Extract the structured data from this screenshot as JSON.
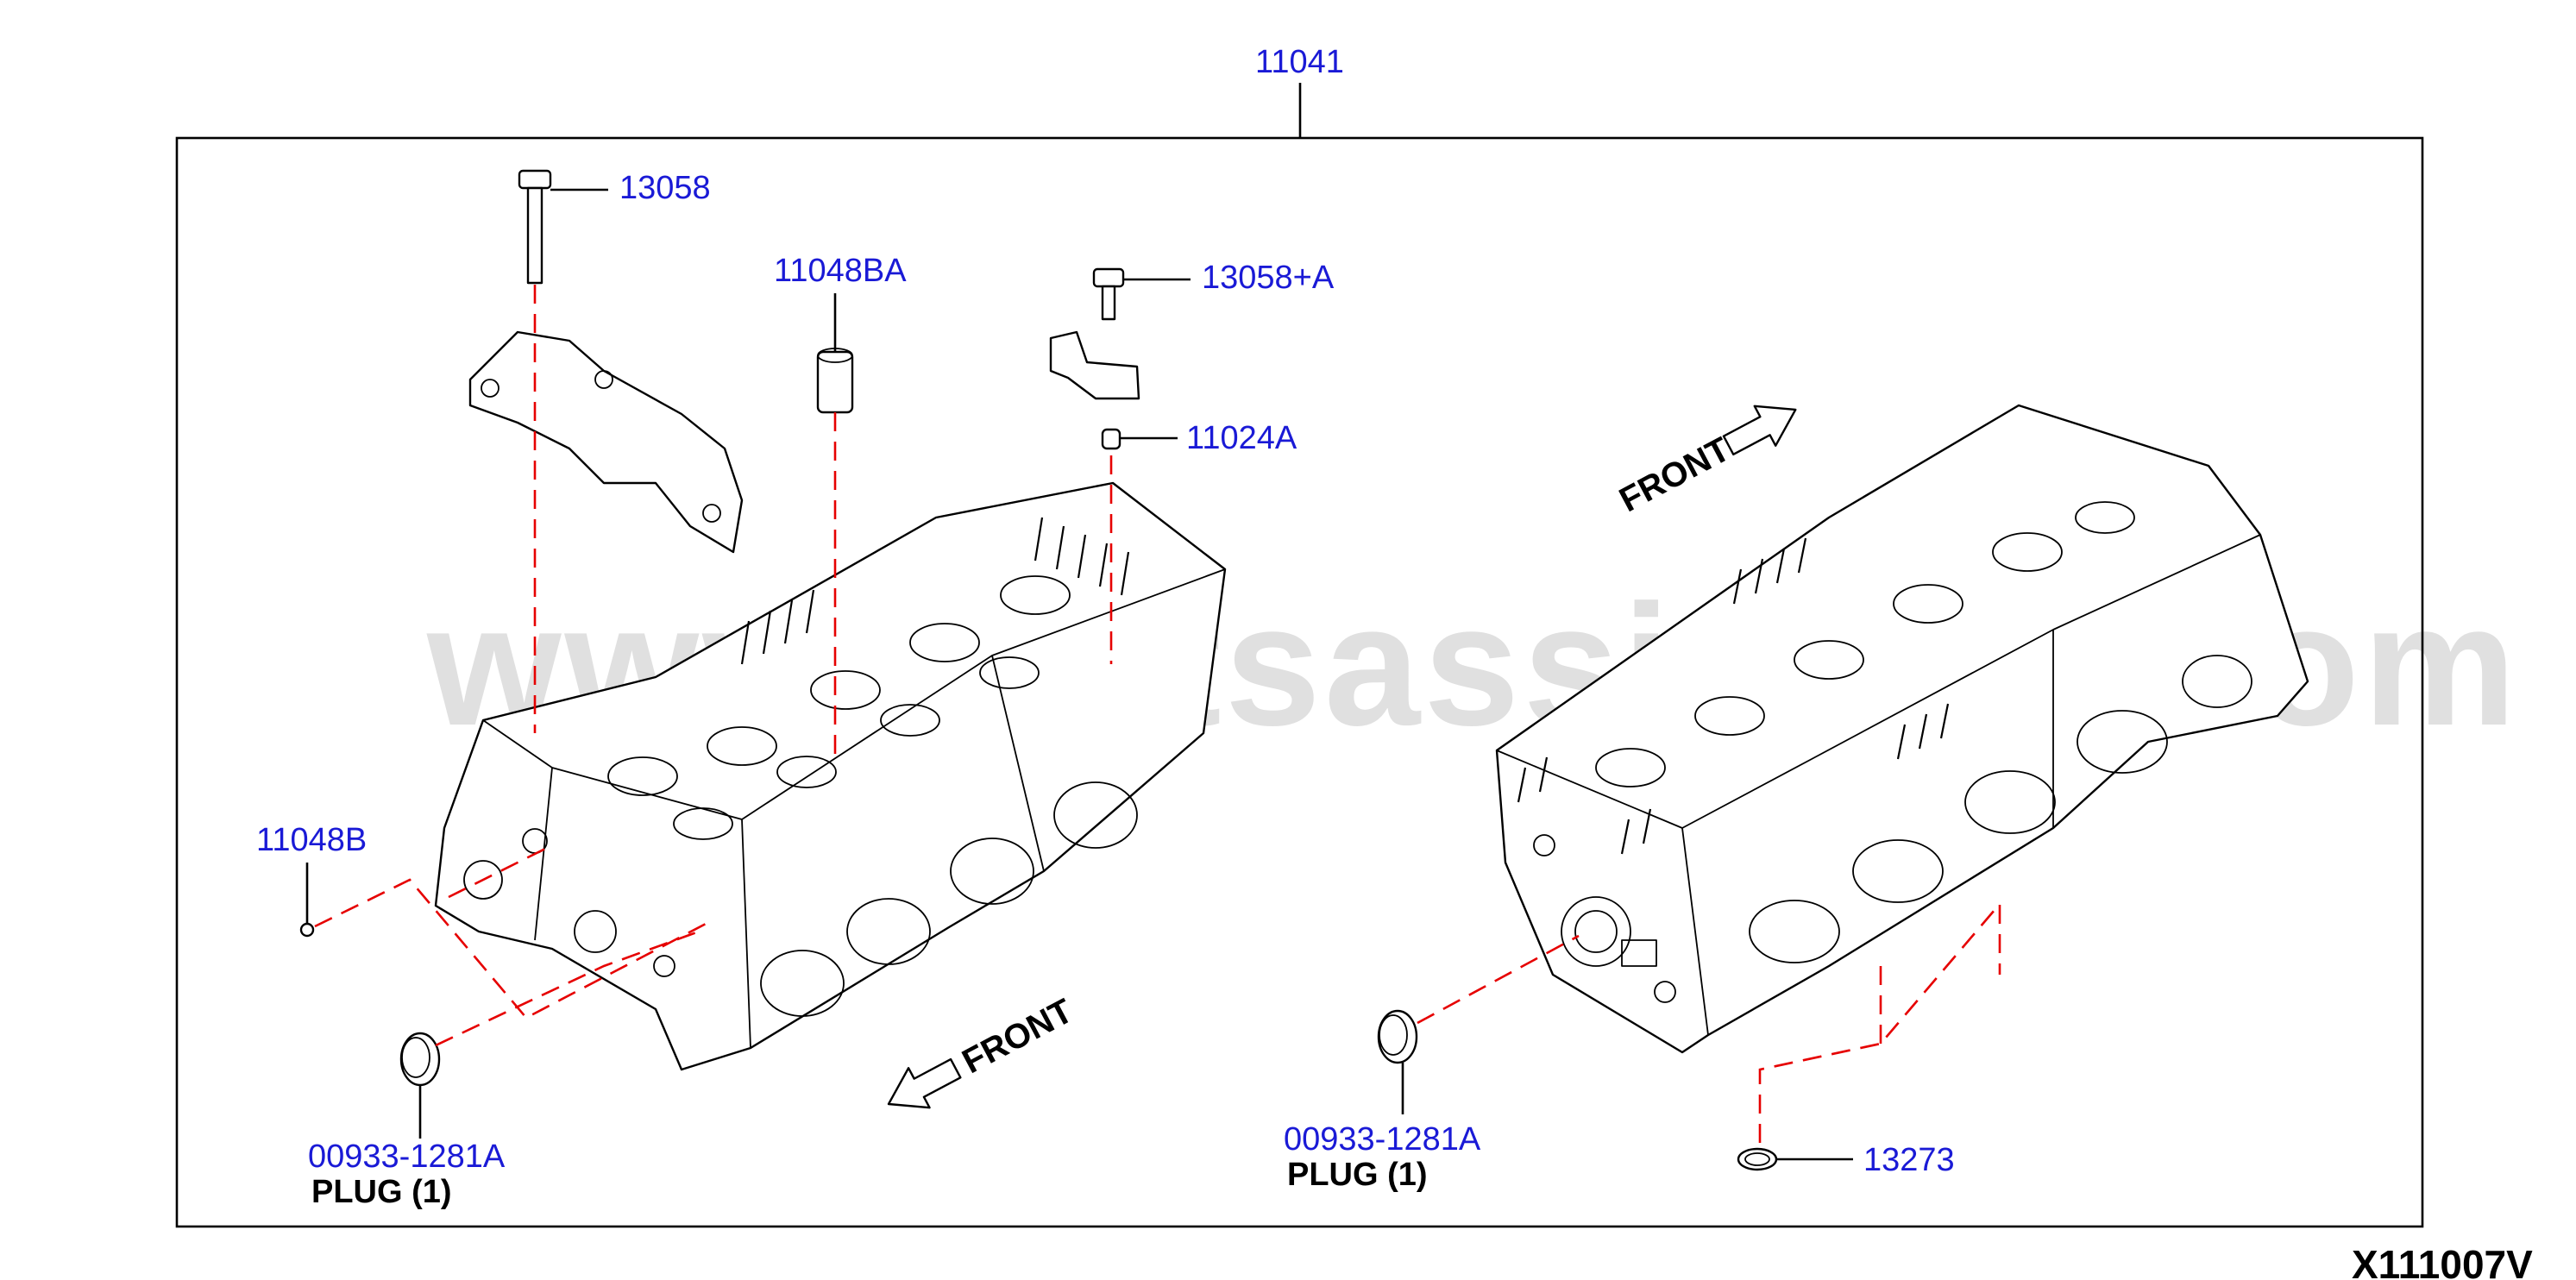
{
  "watermark": "www.partsassistant.com",
  "figure_id": "X111007V",
  "assembly_label": "11041",
  "callouts": {
    "bolt_13058": "13058",
    "cap_11048BA": "11048BA",
    "bolt_13058A": "13058+A",
    "dowel_11024A": "11024A",
    "plug_11048B": "11048B",
    "plug_left_number": "00933-1281A",
    "plug_left_caption": "PLUG (1)",
    "plug_right_number": "00933-1281A",
    "plug_right_caption": "PLUG (1)",
    "seal_13273": "13273"
  },
  "front_labels": {
    "left": "FRONT",
    "right": "FRONT"
  },
  "icons": [
    "front-arrow-icon",
    "bolt-icon",
    "plug-icon",
    "o-ring-icon"
  ],
  "colors": {
    "callout_text": "#1a1ad6",
    "dashed_leader": "#e60000",
    "line_art": "#000000",
    "watermark": "#d6d6d6"
  }
}
